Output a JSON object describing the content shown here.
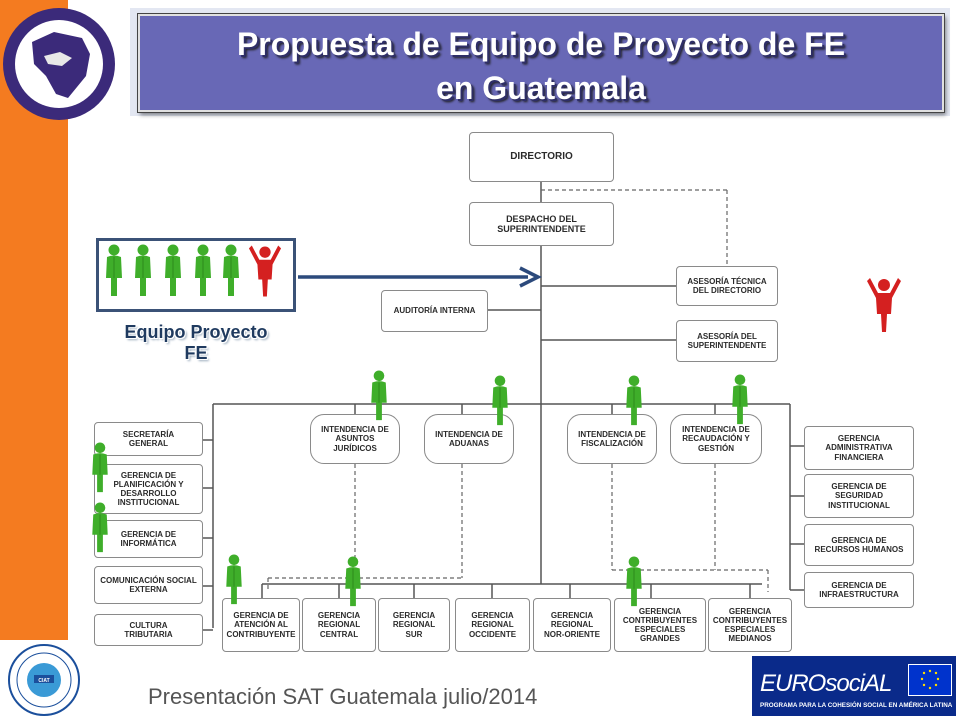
{
  "title": {
    "line1": "Propuesta de Equipo de Proyecto de FE",
    "line2": "en Guatemala"
  },
  "team": {
    "label_line1": "Equipo Proyecto",
    "label_line2": "FE"
  },
  "footer": {
    "presentation": "Presentación  SAT Guatemala julio/2014"
  },
  "logos": {
    "top_left": "CIAT logo",
    "bottom_left": "CIAT seal",
    "bottom_right_name": "EUROsociAL",
    "bottom_right_sub": "PROGRAMA PARA LA COHESIÓN SOCIAL EN AMÉRICA LATINA"
  },
  "org": {
    "directorio": "DIRECTORIO",
    "despacho": "DESPACHO DEL\nSUPERINTENDENTE",
    "auditoria": "AUDITORÍA INTERNA",
    "asesoria_tecnica": "ASESORÍA TÉCNICA\nDEL DIRECTORIO",
    "asesoria_super": "ASESORÍA DEL\nSUPERINTENDENTE",
    "int_juridicos": "INTENDENCIA DE\nASUNTOS\nJURÍDICOS",
    "int_aduanas": "INTENDENCIA DE\nADUANAS",
    "int_fiscalizacion": "INTENDENCIA DE\nFISCALIZACIÓN",
    "int_recaudacion": "INTENDENCIA DE\nRECAUDACIÓN Y\nGESTIÓN",
    "left_units": [
      "SECRETARÍA\nGENERAL",
      "GERENCIA DE\nPLANIFICACIÓN Y\nDESARROLLO\nINSTITUCIONAL",
      "GERENCIA DE\nINFORMÁTICA",
      "COMUNICACIÓN SOCIAL\nEXTERNA",
      "CULTURA\nTRIBUTARIA"
    ],
    "right_units": [
      "GERENCIA\nADMINISTRATIVA\nFINANCIERA",
      "GERENCIA DE\nSEGURIDAD\nINSTITUCIONAL",
      "GERENCIA DE\nRECURSOS HUMANOS",
      "GERENCIA DE\nINFRAESTRUCTURA"
    ],
    "bottom_units": [
      "GERENCIA DE\nATENCIÓN AL\nCONTRIBUYENTE",
      "GERENCIA\nREGIONAL\nCENTRAL",
      "GERENCIA\nREGIONAL\nSUR",
      "GERENCIA\nREGIONAL\nOCCIDENTE",
      "GERENCIA\nREGIONAL\nNOR-ORIENTE",
      "GERENCIA\nCONTRIBUYENTES\nESPECIALES\nGRANDES",
      "GERENCIA\nCONTRIBUYENTES\nESPECIALES\nMEDIANOS"
    ]
  },
  "colors": {
    "orange": "#f47b20",
    "title_bg": "#6868b6",
    "green_person": "#3fae2a",
    "red_person": "#d42020",
    "arrow": "#2c4a7c"
  }
}
